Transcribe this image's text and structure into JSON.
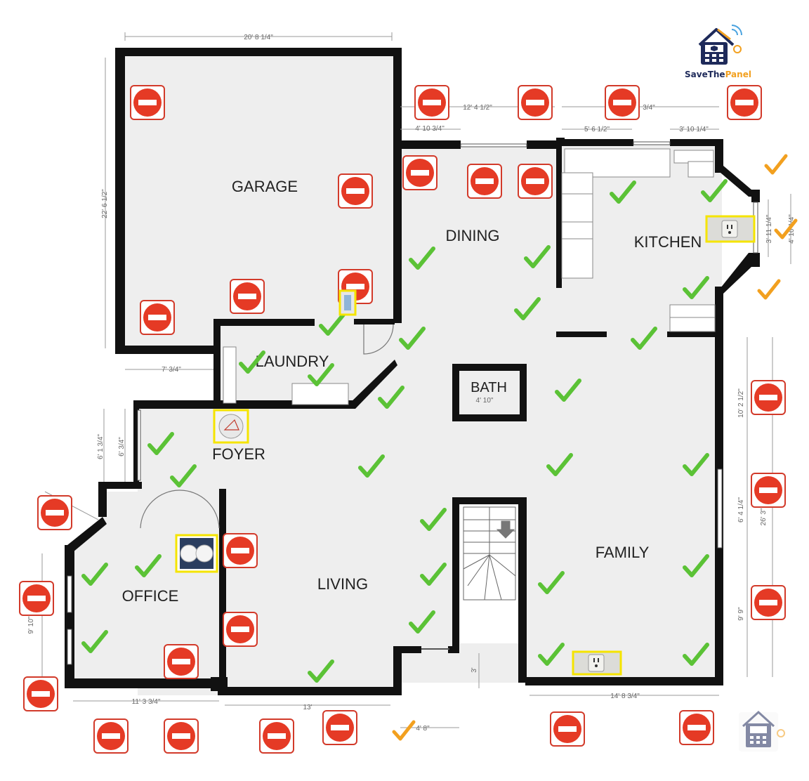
{
  "brand": {
    "name_part1": "SaveThe",
    "name_part2": "Panel",
    "color_dark": "#1e2a5a",
    "color_accent": "#f2a01f"
  },
  "colors": {
    "wall": "#111111",
    "floor": "#eeeeee",
    "no_entry": "#e53a25",
    "check_green": "#5bc236",
    "check_orange": "#f2a01f",
    "highlight": "#f5e400"
  },
  "rooms": {
    "garage": "GARAGE",
    "dining": "DINING",
    "kitchen": "KITCHEN",
    "laundry": "LAUNDRY",
    "bath": "BATH",
    "foyer": "FOYER",
    "office": "OFFICE",
    "living": "LIVING",
    "family": "FAMILY"
  },
  "dimensions": {
    "garage_width": "20' 8 1/4\"",
    "garage_height": "22' 6 1/2\"",
    "dining_top": "12' 4 1/2\"",
    "dining_window": "4' 10 3/4\"",
    "kitchen_top": "3/4\"",
    "kitchen_left": "5' 6 1/2\"",
    "kitchen_right": "3' 10 1/4\"",
    "kitchen_bay_a": "3' 11 1/4\"",
    "kitchen_bay_b": "4' 10 1/4\"",
    "laundry_left": "7' 3/4\"",
    "bath_width": "4' 10\"",
    "foyer_a": "6' 1 3/4\"",
    "foyer_b": "6' 3/4\"",
    "office_height": "9' 10\"",
    "office_width": "11' 3 3/4\"",
    "living_width": "13'",
    "stair_gap": "3'",
    "stair_width": "4' 8\"",
    "family_right_a": "10' 2 1/2\"",
    "family_right_b": "6' 4 1/4\"",
    "family_right_c": "9' 9\"",
    "family_right_total": "26' 3\"",
    "family_width": "14' 8 3/4\""
  },
  "markers": {
    "no_entry_icon": "no-entry-icon",
    "ok_icon": "green-check-icon",
    "outside_ok_icon": "orange-check-icon",
    "devices": [
      "outlet-icon",
      "smoke-detector-icon",
      "water-heater-icon",
      "wall-switch-icon"
    ]
  }
}
